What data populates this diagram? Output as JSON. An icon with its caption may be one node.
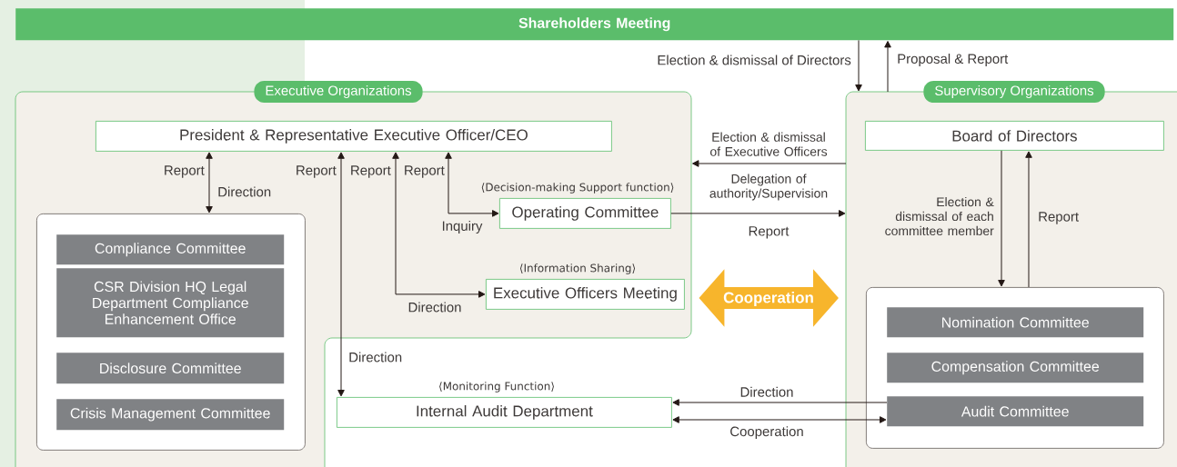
{
  "diagram": {
    "nodes": [
      {
        "text": [
          "Shareholders Meeting"
        ]
      },
      {
        "text": [
          "Executive Organizations"
        ]
      },
      {
        "text": [
          "President & Representative Executive Officer/CEO"
        ],
        "in": 1
      },
      {
        "text": [],
        "shape": "box",
        "in": 1
      },
      {
        "text": [
          "Compliance Committee"
        ],
        "in": 3
      },
      {
        "text": [
          "CSR Division HQ Legal Department Compliance Enhancement Office"
        ],
        "in": 3
      },
      {
        "text": [
          "Disclosure Committee"
        ],
        "in": 3
      },
      {
        "text": [
          "Crisis Management Committee"
        ],
        "in": 3
      },
      {
        "text": [
          "Operating Committee"
        ],
        "beside": [
          "⟨Decision-making Support function⟩"
        ],
        "in": 1
      },
      {
        "text": [
          "Executive Officers Meeting"
        ],
        "beside": [
          "⟨Information Sharing⟩"
        ],
        "in": 1
      },
      {
        "text": [
          "Internal Audit Department"
        ],
        "beside": [
          "⟨Monitoring Function⟩"
        ]
      },
      {
        "text": [
          "Supervisory Organizations"
        ]
      },
      {
        "text": [
          "Board of Directors"
        ],
        "in": 11
      },
      {
        "text": [],
        "shape": "box",
        "in": 11
      },
      {
        "text": [
          "Nomination Committee"
        ],
        "in": 13
      },
      {
        "text": [
          "Compensation Committee"
        ],
        "in": 13
      },
      {
        "text": [
          "Audit Committee"
        ],
        "in": 13
      }
    ],
    "edges": [
      {
        "from": 0,
        "to": 11,
        "arrow": "to",
        "label": "Election & dismissal of Directors"
      },
      {
        "from": 11,
        "to": 0,
        "arrow": "to",
        "label": "Proposal & Report"
      },
      {
        "from": 2,
        "to": 3,
        "arrow": "both",
        "label": "Report"
      },
      {
        "from": 2,
        "to": 10,
        "arrow": "both",
        "label": "Report"
      },
      {
        "from": 2,
        "to": 9,
        "arrow": "both",
        "label": "Report"
      },
      {
        "from": 2,
        "to": 8,
        "arrow": "both",
        "label": "Report"
      },
      {
        "from": 11,
        "to": 1,
        "arrow": "to",
        "label": "Election & dismissal of Executive Officers"
      },
      {
        "from": 8,
        "to": 11,
        "arrow": "to",
        "label": "Report"
      },
      {
        "from": 1,
        "to": 11,
        "arrow": "both",
        "label": "Cooperation",
        "style": "thick",
        "color": "#f7b52c"
      },
      {
        "from": 12,
        "to": 13,
        "arrow": "to",
        "label": "Election & dismissal of each committee member"
      },
      {
        "from": 13,
        "to": 12,
        "arrow": "to",
        "label": "Report"
      },
      {
        "from": 16,
        "to": 10,
        "arrow": "to",
        "label": "Direction"
      },
      {
        "from": 10,
        "to": 16,
        "arrow": "both",
        "label": "Cooperation"
      }
    ],
    "labels": [
      "Direction",
      "Direction",
      "Direction",
      "Inquiry",
      "Delegation of authority/Supervision"
    ]
  }
}
